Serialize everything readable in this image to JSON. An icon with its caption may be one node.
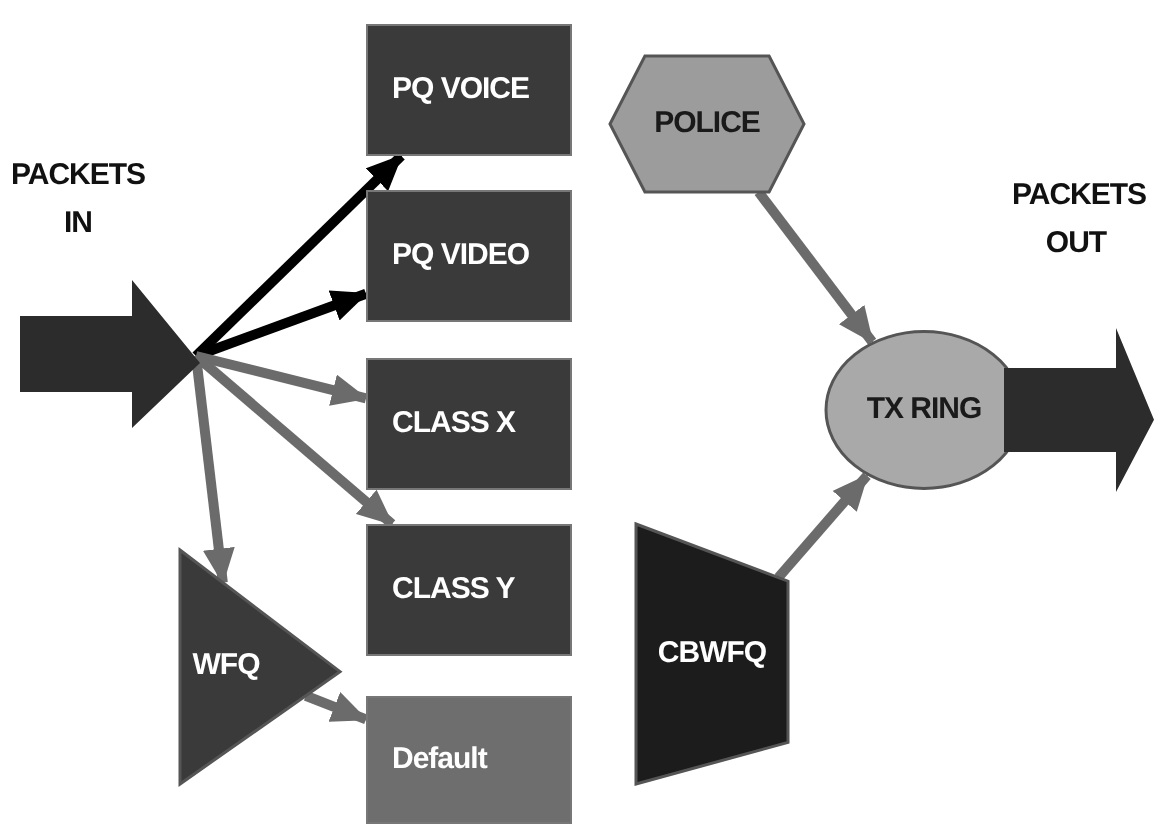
{
  "diagram": {
    "nodes": [
      {
        "text": [
          "PACKETS IN"
        ]
      },
      {
        "text": [
          "PQ VOICE"
        ]
      },
      {
        "text": [
          "PQ VIDEO"
        ]
      },
      {
        "text": [
          "CLASS X"
        ]
      },
      {
        "text": [
          "CLASS Y"
        ]
      },
      {
        "text": [
          "WFQ"
        ]
      },
      {
        "text": [
          "Default"
        ]
      },
      {
        "text": [
          "POLICE"
        ]
      },
      {
        "text": [
          "TX RING"
        ]
      },
      {
        "text": [
          "CBWFQ"
        ]
      },
      {
        "text": [
          "PACKETS OUT"
        ]
      }
    ],
    "edges": [
      {
        "from": 0,
        "to": 1,
        "arrow": "to",
        "color": "#000000"
      },
      {
        "from": 0,
        "to": 2,
        "arrow": "to",
        "color": "#000000"
      },
      {
        "from": 0,
        "to": 3,
        "arrow": "to"
      },
      {
        "from": 0,
        "to": 4,
        "arrow": "to"
      },
      {
        "from": 0,
        "to": 5,
        "arrow": "to"
      },
      {
        "from": 5,
        "to": 6,
        "arrow": "to"
      },
      {
        "from": 7,
        "to": 8,
        "arrow": "to"
      },
      {
        "from": 9,
        "to": 8,
        "arrow": "to"
      }
    ]
  }
}
